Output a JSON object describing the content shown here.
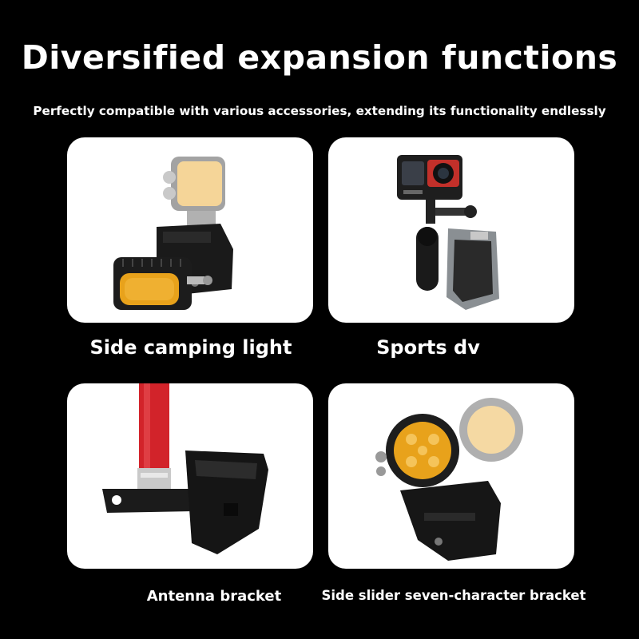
{
  "header": {
    "title": "Diversified expansion functions",
    "subtitle": "Perfectly compatible with various accessories, extending its functionality endlessly"
  },
  "cards": [
    {
      "label": "Side camping light",
      "image": "camping-light-bracket-photo"
    },
    {
      "label": "Sports dv",
      "image": "action-camera-mount-photo"
    },
    {
      "label": "Antenna bracket",
      "image": "antenna-flag-bracket-photo"
    },
    {
      "label": "Side slider seven-character bracket",
      "image": "fog-light-side-bracket-photo"
    }
  ],
  "colors": {
    "background": "#000000",
    "card": "#ffffff",
    "text": "#ffffff",
    "amber": "#e8a21b",
    "antenna_red": "#d2232a"
  }
}
